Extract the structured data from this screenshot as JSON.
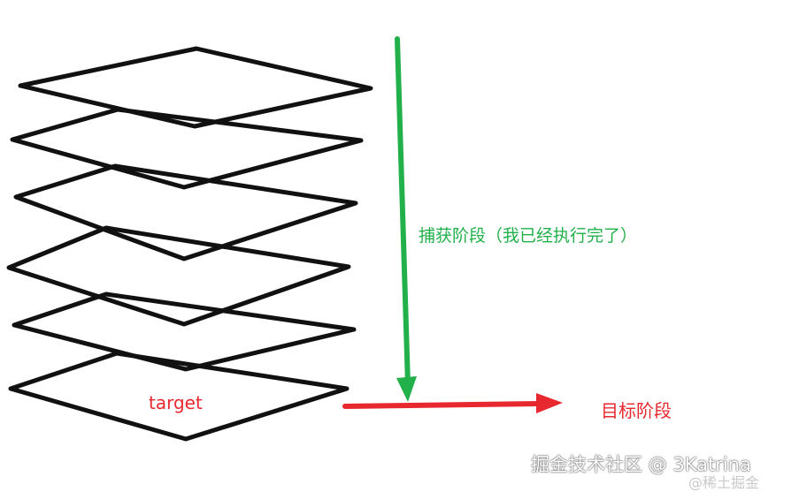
{
  "colors": {
    "outline": "#111111",
    "green": "#22b04b",
    "red": "#e8282f",
    "watermark": "#ffffff",
    "sub_watermark": "#c9c9c9"
  },
  "labels": {
    "capture_phase": "捕获阶段（我已经执行完了）",
    "target": "target",
    "target_phase": "目标阶段",
    "watermark": "掘金技术社区 @ 3Katrina",
    "sub_watermark": "@稀土掘金"
  }
}
